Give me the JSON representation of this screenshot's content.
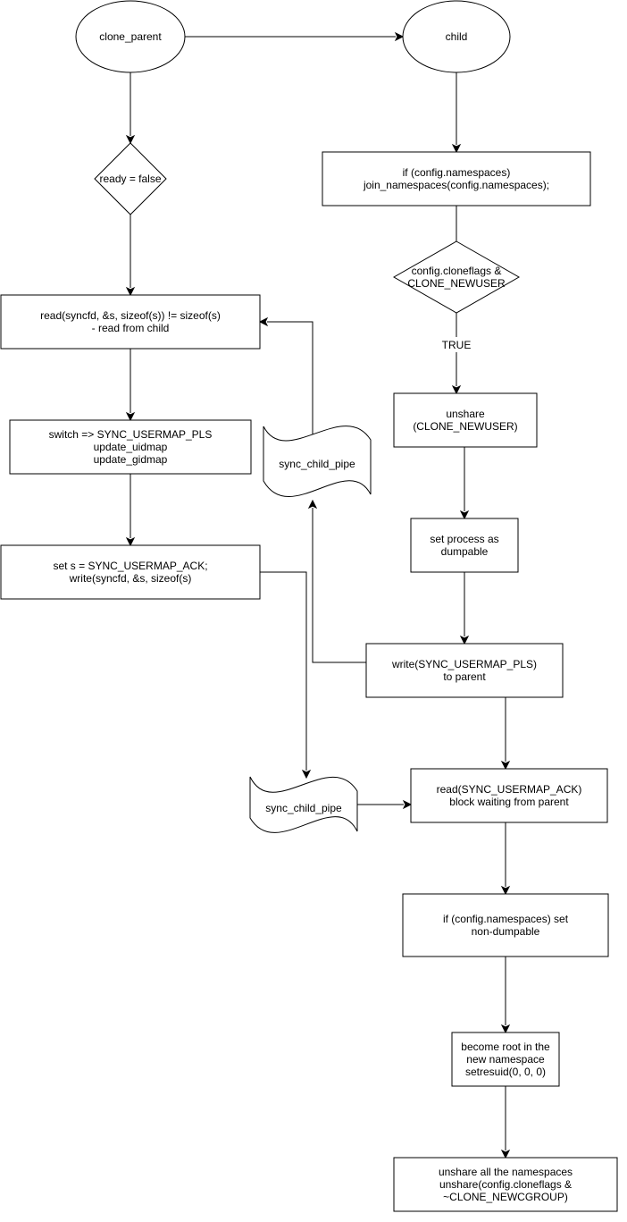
{
  "nodes": {
    "clone_parent": {
      "lines": [
        "clone_parent"
      ]
    },
    "child": {
      "lines": [
        "child"
      ]
    },
    "ready_decision": {
      "lines": [
        "ready = false"
      ]
    },
    "join_namespaces": {
      "lines": [
        "if (config.namespaces)",
        "join_namespaces(config.namespaces);"
      ]
    },
    "newuser_decision": {
      "lines": [
        "config.cloneflags &",
        "CLONE_NEWUSER"
      ]
    },
    "read_from_child": {
      "lines": [
        "read(syncfd, &s, sizeof(s)) != sizeof(s)",
        "- read from child"
      ]
    },
    "unshare_newuser": {
      "lines": [
        "unshare",
        "(CLONE_NEWUSER)"
      ]
    },
    "switch_usermap": {
      "lines": [
        "switch => SYNC_USERMAP_PLS",
        "update_uidmap",
        "update_gidmap"
      ]
    },
    "sync_child_pipe_top": {
      "lines": [
        "sync_child_pipe"
      ]
    },
    "set_dumpable": {
      "lines": [
        "set process as",
        "dumpable"
      ]
    },
    "set_ack": {
      "lines": [
        "set s = SYNC_USERMAP_ACK;",
        "write(syncfd, &s, sizeof(s)"
      ]
    },
    "write_pls": {
      "lines": [
        "write(SYNC_USERMAP_PLS)",
        "to parent"
      ]
    },
    "sync_child_pipe_bottom": {
      "lines": [
        "sync_child_pipe"
      ]
    },
    "read_ack": {
      "lines": [
        "read(SYNC_USERMAP_ACK)",
        "block waiting from parent"
      ]
    },
    "non_dumpable": {
      "lines": [
        "if (config.namespaces) set",
        "non-dumpable"
      ]
    },
    "become_root": {
      "lines": [
        "become root in the",
        "new namespace",
        "setresuid(0, 0, 0)"
      ]
    },
    "unshare_all": {
      "lines": [
        "unshare all the namespaces",
        "unshare(config.cloneflags &",
        "~CLONE_NEWCGROUP)"
      ]
    }
  },
  "edge_labels": {
    "true_label": "TRUE"
  }
}
